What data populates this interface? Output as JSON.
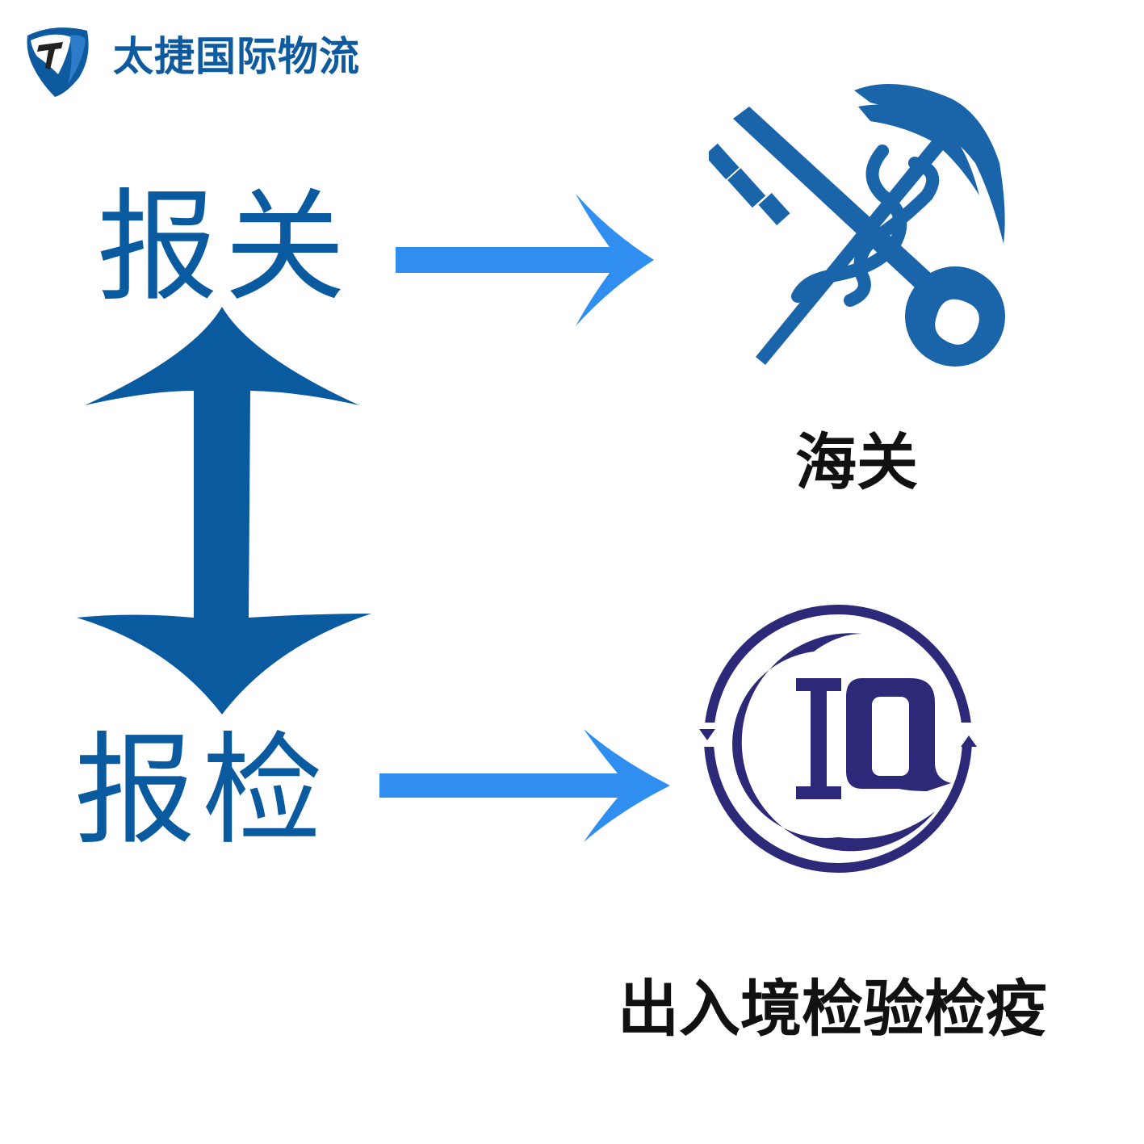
{
  "brand": {
    "name": "太捷国际物流",
    "logo_icon": "taijie-shield-logo"
  },
  "labels": {
    "baoguan": "报关",
    "baojian": "报检"
  },
  "targets": {
    "customs": {
      "caption": "海关",
      "icon": "customs-key-caduceus-emblem"
    },
    "ciq": {
      "caption": "出入境检验检疫",
      "icon": "ciq-emblem",
      "emblem_text": "IQ"
    }
  },
  "colors": {
    "dark_blue": "#0a5aa0",
    "light_blue": "#2f8ef0",
    "ciq_purple": "#2c2a78",
    "customs_blue": "#1a64aa"
  }
}
